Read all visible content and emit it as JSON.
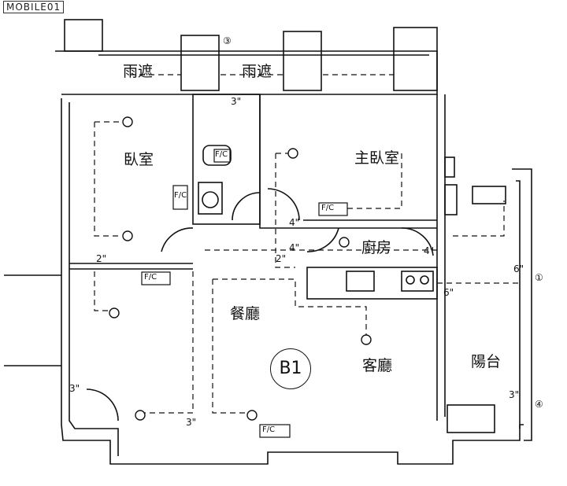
{
  "logo": {
    "text": "MOBILE01"
  },
  "unit": {
    "label": "B1"
  },
  "rooms": {
    "canopy_left": "雨遮",
    "canopy_right": "雨遮",
    "bedroom": "臥室",
    "master_bedroom": "主臥室",
    "kitchen": "廚房",
    "dining": "餐廳",
    "living": "客廳",
    "balcony": "陽台"
  },
  "dimensions": {
    "d1": "3\"",
    "d2": "4\"",
    "d3": "4\"",
    "d4": "2\"",
    "d5": "2\"",
    "d6": "4\"",
    "d7": "6\"",
    "d8": "6\"",
    "d9": "3\"",
    "d10": "3\"",
    "d11": "3\""
  },
  "fan_coils": {
    "label_a": "F/C",
    "label_b": "F/C",
    "label_c": "F/C",
    "label_d": "F/C",
    "label_e": "F/C"
  },
  "circle_markers": {
    "m1": "③",
    "m2": "①",
    "m3": "④"
  },
  "colors": {
    "line": "#111111",
    "background": "#ffffff"
  }
}
